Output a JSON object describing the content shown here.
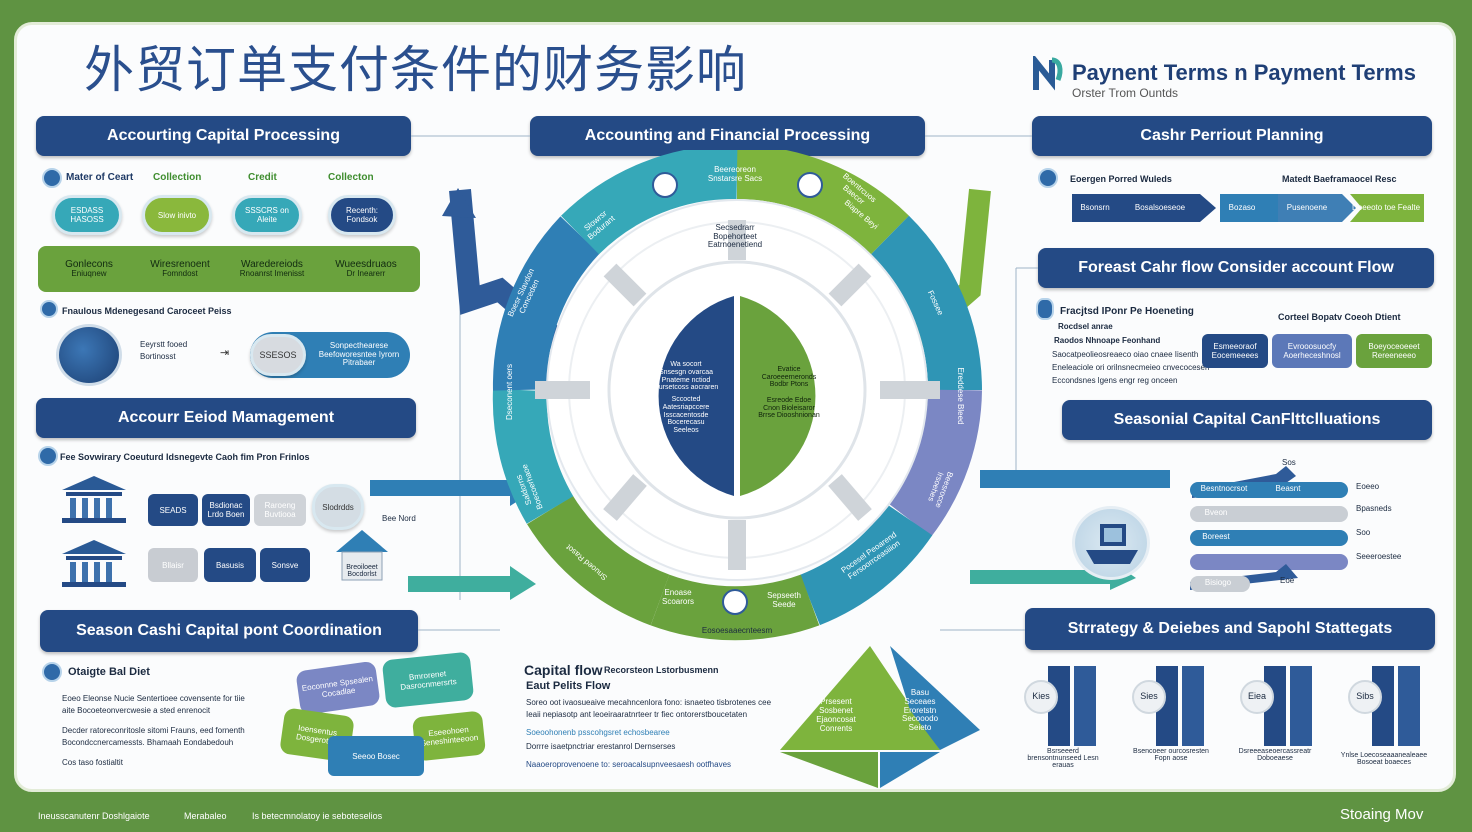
{
  "title": "外贸订单支付条件的财务影响",
  "brand": {
    "name": "Paynent Terms n Payment Terms",
    "sub": "Orster Trom Ountds"
  },
  "headers": {
    "acc_capital": "Accourting Capital Processing",
    "acc_fin": "Accounting and Financial Processing",
    "cash_plan": "Cashr Perriout Planning",
    "forecast": "Foreast Cahr flow Consider account Flow",
    "seasonal_cap": "Seasonial Capital CanFlttclluations",
    "acc_period": "Accourr Eeiod Mamagement",
    "season_cash": "Season Cashi Capital pont Coordination",
    "strategy": "Strrategy & Deiebes and Sapohl Stattegats"
  },
  "left1": {
    "row_labels": [
      "Mater of Ceart",
      "Collection",
      "Credit",
      "Collecton"
    ],
    "pills": [
      "ESDASS HASOSS",
      "Slow inivto",
      "SSSCRS on Aleite",
      "Recenth: Fondsok"
    ],
    "green_cells": [
      [
        "Gonlecons",
        "Eniuqnew"
      ],
      [
        "Wiresrenoent",
        "Fomndost"
      ],
      [
        "Waredereiods",
        "Rnoanrst Imenisst"
      ],
      [
        "Wueesdruaos",
        "Dr Inearerr"
      ]
    ]
  },
  "left2": {
    "heading": "Fnaulous Mdenegesand Caroceet Peiss",
    "items": [
      "Eeyrstt fooed",
      "Bortinosst"
    ],
    "pill_grey": "SSESOS",
    "pill_blue": "Sonpecthearese Beefoworesntee Iyrorn Pitrabaer"
  },
  "left3": {
    "heading": "Fee Sovwirary Coeuturd Idsnegevte Caoh fim Pron Frinlos",
    "row1": [
      "SEADS",
      "Bsdionac Lrdo Boen",
      "Raroeng Buvtiooa",
      "Slodrdds"
    ],
    "row2": [
      "Bllaisr",
      "Basusis",
      "Sonsve"
    ],
    "house_label": "Breoiloeet Bocdorlst",
    "note": "Bee Nord"
  },
  "left4": {
    "heading": "Otaigte Bal Diet",
    "bullets": [
      "Eoeo Eleonse Nucie Sentertioee covensente for tiie",
      "aite Bocoeteonvercwesie a sted enrenocit",
      "Decder ratoreconritosle sitomi Frauns, eed fornenth",
      "Bocondccnercamessts. Bhamaah Eondabedouh",
      "Cos taso fostialtit"
    ],
    "bubbles": [
      "Eoconnne Spsealen Cocadlae",
      "Bmrorenet Dasrocnmersrts",
      "Ioensentus Dosgerotes",
      "Eseeohoen Seneshinteeoon",
      "Seeoo Bosec"
    ]
  },
  "center": {
    "top_text": [
      "Secsedrarr",
      "Bopehorteet",
      "Eatrnoenetiend"
    ],
    "left_half": [
      "Wa socort",
      "Snsesgn ovarcaa",
      "Pnateme nctiod",
      "Cursetcoss aocraren",
      "Sccocted",
      "Aatesriapccere",
      "Isscacentosde",
      "Bocerecasu",
      "Seeleos"
    ],
    "right_half": [
      "Evatice",
      "Caroeeerneronds",
      "Bodbr Ptons",
      "Esreode Edoe",
      "Cnon Bioleisaror",
      "Brrse Diooshnionan"
    ],
    "ring_labels": [
      "Beereoreon Snstarsre Sacs",
      "Slowrsr Bodurant",
      "Biapre Beyi",
      "Boesr Slavdon Conceden",
      "Fossee",
      "Dseconent oers",
      "Ereddese Bleed",
      "Saldorns Boecoerhaoe",
      "Beesrocce Irsoehes",
      "Snuoed Rasot",
      "Pocesel Peoarend Fersoorrceasiiion",
      "Enoase Scoarors",
      "Boentrcuos Baecor",
      "Sepseeth Seede",
      "Eosoesaaecnteesm"
    ]
  },
  "center_bottom": {
    "h1": "Capital flow",
    "h1b": "Recorsteon Lstorbusmenn",
    "h2": "Eaut Pelits Flow",
    "bullets": [
      "Soreo oot ivaosueaive mecahncenlora fono: isnaeteo tisbrotenes cee",
      "Ieaii nepiasotp ant leoeiraaratnrteer tr fiec ontorerstboucetaten",
      "Soeoohonenb psscohgsret echosbearee",
      "Dorrre isaetpnctriar erestanrol Dernserses",
      "Naaoeroprovenoene to: seroacalsupnveesaesh ootfhaves"
    ],
    "tri_green": "Prsesent Sosbenet Ejaoncosat Conrents",
    "tri_blue": [
      "Basu",
      "Seceaes",
      "Eroretstn",
      "Secooodo",
      "Seieto"
    ]
  },
  "right1": {
    "left_label": "Eoergen Porred Wuleds",
    "right_label": "Matedt Baeframaocel Resc",
    "arrows": [
      "Bsonsrn",
      "Bosalsoeseoe",
      "Bozaso",
      "Pusenoene",
      "Doeeoto toe Fealte"
    ]
  },
  "right2": {
    "head": "Fracjtsd IPonr Pe Hoeneting",
    "sub1": "Rocdsel anrae",
    "sub2": "Raodos Nhnoape Feonhand",
    "bullets": [
      "Saocatpeolieosreaeco oiao cnaee Iisenth",
      "Eneleaciole ori orilnsnecmeieo cnvecocesen",
      "Eccondsnes lgens engr reg onceen"
    ],
    "right_head": "Corteel Bopatv Coeoh Dtient",
    "boxes": [
      "Esmeeoraof Eocemeeees",
      "Evrooosuocfy Aoerheceshnosl",
      "Boeyoceoeeet Rereeneeeo"
    ]
  },
  "right3": {
    "rows": [
      "Besntnocrsot",
      "Beasnt",
      "Bveon",
      "Boreest",
      "Bisiogo"
    ],
    "marks": [
      "Sos",
      "Eoe"
    ],
    "right_labels": [
      "Eoeeo",
      "Bpasneds",
      "Soo",
      "Seeeroestee"
    ]
  },
  "right4": {
    "cards": [
      {
        "badge": "Kies",
        "caption": "Bsrseeerd brensontnunseed Lesn erauas"
      },
      {
        "badge": "Sies",
        "caption": "Bsencoeer ourcosresten Fopn aose"
      },
      {
        "badge": "Eiea",
        "caption": "Dsreeeaseoercassreatr Doboeaese"
      },
      {
        "badge": "Sibs",
        "caption": "Ynlse Loecoseaaanealeaee Bosoeat boaeces"
      }
    ]
  },
  "footer": {
    "left": [
      "Ineusscanutenr Doshlgaiote",
      "Merabaleo",
      "Is betecmnolatoy ie seboteselios"
    ],
    "right": "Stoaing Mov"
  },
  "colors": {
    "navy": "#244a85",
    "green": "#6aa23d",
    "teal": "#2f95b5",
    "lavender": "#7b87c4",
    "background": "#5f9342"
  }
}
